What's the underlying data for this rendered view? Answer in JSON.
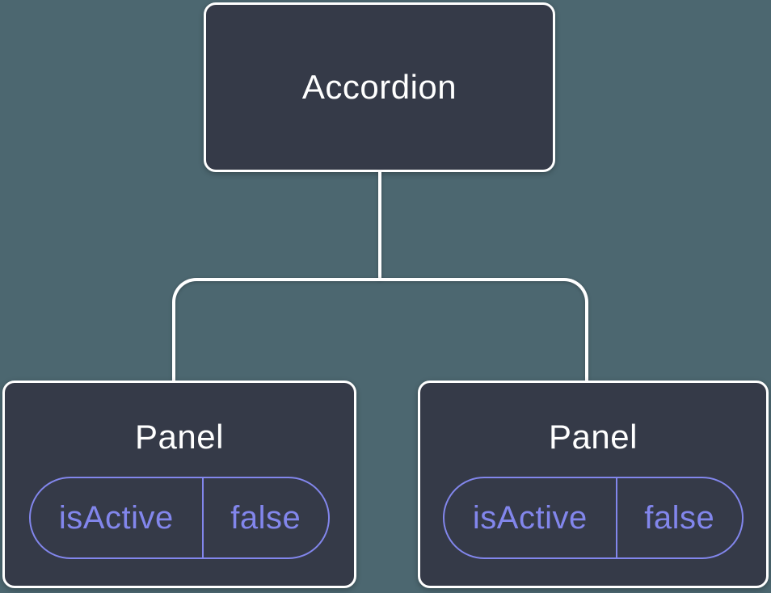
{
  "diagram": {
    "type": "component-tree",
    "root": {
      "label": "Accordion"
    },
    "children": [
      {
        "label": "Panel",
        "state": {
          "name": "isActive",
          "value": "false"
        }
      },
      {
        "label": "Panel",
        "state": {
          "name": "isActive",
          "value": "false"
        }
      }
    ]
  },
  "colors": {
    "background": "#4C6770",
    "node_fill": "#353A48",
    "node_border": "#FFFFFF",
    "node_text": "#FFFFFF",
    "connector": "#FFFFFF",
    "state_accent": "#8286EC"
  }
}
